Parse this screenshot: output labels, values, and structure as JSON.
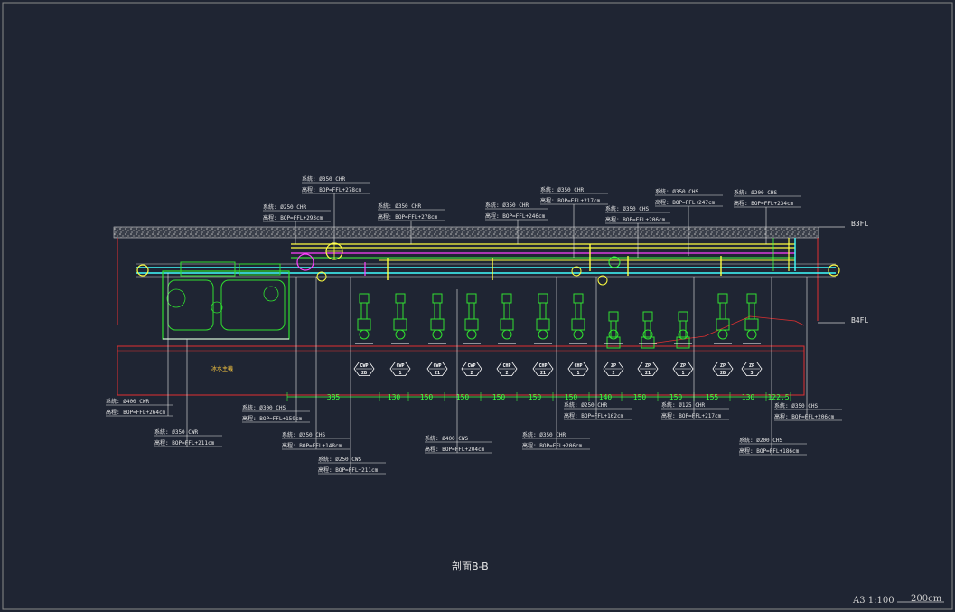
{
  "drawing": {
    "title": "剖面B-B",
    "scale": "A3 1:100",
    "scale_bar": "200cm",
    "chiller_label": "冰水主機"
  },
  "levels": [
    {
      "name": "B3FL"
    },
    {
      "name": "B4FL"
    }
  ],
  "pumps": [
    {
      "tag": "CWP",
      "num": "2B"
    },
    {
      "tag": "CWP",
      "num": "1"
    },
    {
      "tag": "CWP",
      "num": "21"
    },
    {
      "tag": "CWP",
      "num": "2"
    },
    {
      "tag": "CHP",
      "num": "2"
    },
    {
      "tag": "CHP",
      "num": "21"
    },
    {
      "tag": "CHP",
      "num": "1"
    },
    {
      "tag": "ZP",
      "num": "2"
    },
    {
      "tag": "ZP",
      "num": "21"
    },
    {
      "tag": "ZP",
      "num": "1"
    },
    {
      "tag": "ZP",
      "num": "2B"
    },
    {
      "tag": "ZP",
      "num": "3"
    }
  ],
  "dimensions": [
    "385",
    "130",
    "150",
    "150",
    "150",
    "150",
    "150",
    "140",
    "150",
    "150",
    "155",
    "130",
    "122.5"
  ],
  "callouts_top": [
    {
      "sys": "系統: Ø350 CHR",
      "elev": "高程: BOP=FFL+278cm"
    },
    {
      "sys": "系統: Ø250 CHR",
      "elev": "高程: BOP=FFL+293cm"
    },
    {
      "sys": "系統: Ø350 CHR",
      "elev": "高程: BOP=FFL+278cm"
    },
    {
      "sys": "系統: Ø350 CHR",
      "elev": "高程: BOP=FFL+246cm"
    },
    {
      "sys": "系統: Ø350 CHR",
      "elev": "高程: BOP=FFL+217cm"
    },
    {
      "sys": "系統: Ø350 CHS",
      "elev": "高程: BOP=FFL+206cm"
    },
    {
      "sys": "系統: Ø350 CHS",
      "elev": "高程: BOP=FFL+247cm"
    },
    {
      "sys": "系統: Ø200 CHS",
      "elev": "高程: BOP=FFL+234cm"
    }
  ],
  "callouts_bottom": [
    {
      "sys": "系統: Ø400 CWR",
      "elev": "高程: BOP=FFL+264cm"
    },
    {
      "sys": "系統: Ø350 CWR",
      "elev": "高程: BOP=FFL+211cm"
    },
    {
      "sys": "系統: Ø300 CHS",
      "elev": "高程: BOP=FFL+159cm"
    },
    {
      "sys": "系統: Ø250 CHS",
      "elev": "高程: BOP=FFL+148cm"
    },
    {
      "sys": "系統: Ø250 CWS",
      "elev": "高程: BOP=FFL+211cm"
    },
    {
      "sys": "系統: Ø400 CWS",
      "elev": "高程: BOP=FFL+204cm"
    },
    {
      "sys": "系統: Ø350 CHR",
      "elev": "高程: BOP=FFL+206cm"
    },
    {
      "sys": "系統: Ø250 CHR",
      "elev": "高程: BOP=FFL+162cm"
    },
    {
      "sys": "系統: Ø125 CHR",
      "elev": "高程: BOP=FFL+217cm"
    },
    {
      "sys": "系統: Ø200 CHS",
      "elev": "高程: BOP=FFL+186cm"
    },
    {
      "sys": "系統: Ø350 CHS",
      "elev": "高程: BOP=FFL+206cm"
    }
  ],
  "colors": {
    "background": "#1f2533",
    "slab": "#9a9a9a",
    "wall": "#e03030",
    "equipment": "#30e030",
    "chr_pipe": "#ffff40",
    "chs_pipe": "#40ffff",
    "cw_pipe": "#ff40ff",
    "text": "#e8e8e8"
  }
}
